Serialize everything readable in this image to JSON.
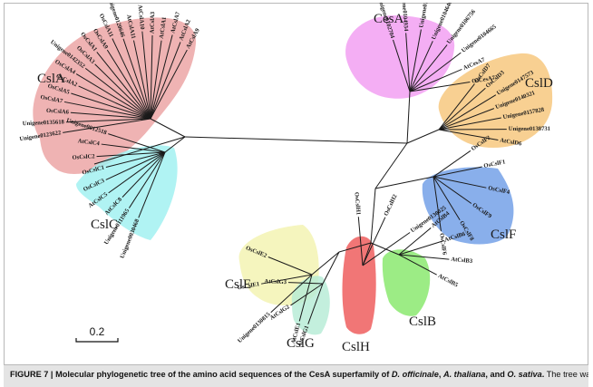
{
  "diagram": {
    "clades": [
      {
        "id": "CslA",
        "name": "CslA",
        "color": "#eba2a2",
        "leaves": [
          "AtCslA9",
          "AtCslA2",
          "AtCslA7",
          "AtCslA1",
          "AtCslA3",
          "AtCslA10",
          "AtCslA11",
          "Unigene0120646",
          "OsCslA11",
          "OsCslA9",
          "OsCslA1",
          "OsCslA3",
          "Unigene0142352",
          "OsCslA4",
          "OsCslA2",
          "OsCslA5",
          "OsCslA7",
          "OsCslA6",
          "Unigene0135618",
          "Unigene0123622"
        ]
      },
      {
        "id": "CslC",
        "name": "CslC",
        "color": "#9ff0f0",
        "leaves": [
          "Unigene0012518",
          "AtCslC4",
          "OsCslC2",
          "OsCslC1",
          "OsCslC3",
          "AtCslC5",
          "AtCslC8",
          "Unigene0111965",
          "Unigene0030468"
        ]
      },
      {
        "id": "CesA",
        "name": "CesA",
        "color": "#f29cf2",
        "leaves": [
          "Unigene0102704",
          "Unigene0104934",
          "Unigene0100895",
          "Unigene0104646",
          "Unigene0106756",
          "Unigene0104665",
          "AtCesA7",
          "OsCesA7"
        ]
      },
      {
        "id": "CslD",
        "name": "CslD",
        "color": "#f7c67a",
        "leaves": [
          "OsCslD7",
          "OsCslD3",
          "Unigene0147573",
          "Unigene0140321",
          "Unigene0157828",
          "Unigene0138731",
          "AtCslD6"
        ]
      },
      {
        "id": "CslF",
        "name": "CslF",
        "color": "#6f9ee6",
        "leaves": [
          "OsCslF2",
          "OsCslF1",
          "OsCslF4",
          "OsCslF9",
          "OsCslF8",
          "OsCslF6"
        ]
      },
      {
        "id": "CslE",
        "name": "CslE",
        "color": "#f3f3b0",
        "leaves": [
          "OsCslE2",
          "OsCslE1",
          "Unigene0130815",
          "AtCslE1"
        ]
      },
      {
        "id": "CslG",
        "name": "CslG",
        "color": "#b6ecd6",
        "leaves": [
          "AtCslG3",
          "AtCslG2",
          "AtCslG1"
        ]
      },
      {
        "id": "CslH",
        "name": "CslH",
        "color": "#ee5858",
        "leaves": [
          "OsCslH1",
          "OsCslH2",
          "Unigene0130025"
        ]
      },
      {
        "id": "CslB",
        "name": "CslB",
        "color": "#86e86a",
        "leaves": [
          "AtCslB4",
          "AtCslB6",
          "AtCslB3",
          "AtCslB5"
        ]
      }
    ],
    "scale_bar": {
      "value": "0.2"
    }
  },
  "caption": {
    "figure_label": "FIGURE 7 |",
    "lead": "Molecular phylogenetic tree of the amino acid sequences of the CesA superfamily of",
    "species1": "D. officinale",
    "sep1": ",",
    "species2": "A. thaliana",
    "sep2": ", and",
    "species3": "O. sativa",
    "end": ".",
    "rest": "The tree was"
  }
}
